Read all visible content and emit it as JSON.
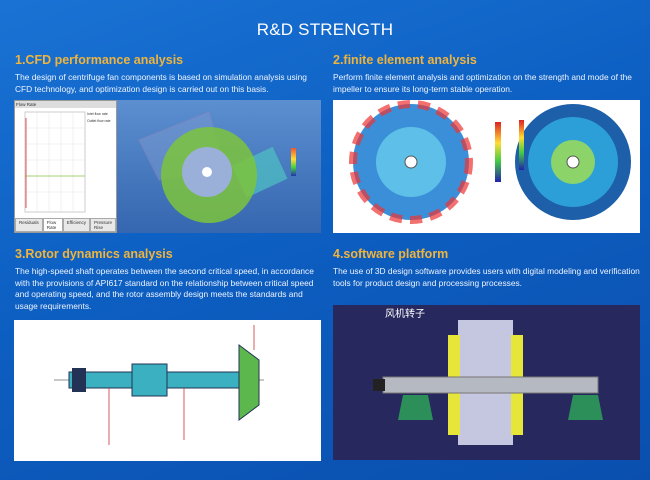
{
  "title": "R&D STRENGTH",
  "sections": [
    {
      "heading": "1.CFD performance analysis",
      "text": "The design of centrifuge fan components is based on simulation analysis using CFD technology, and optimization design is carried out on this basis."
    },
    {
      "heading": "2.finite element analysis",
      "text": "Perform finite element analysis and optimization on the strength and mode of the impeller to ensure its long-term stable operation."
    },
    {
      "heading": "3.Rotor dynamics analysis",
      "text": "The high-speed shaft operates between the second critical speed, in accordance with the provisions of API617 standard on the relationship between critical speed and operating speed, and the rotor assembly design meets the standards and usage requirements."
    },
    {
      "heading": "4.software platform",
      "text": "The use of 3D design software provides users with digital modeling and verification tools for product design and processing processes."
    }
  ],
  "cfd": {
    "panel_title": "Flow Rate",
    "legend": [
      "Inlet flow rate",
      "Outlet flow rate"
    ],
    "tabs": [
      "Residuals",
      "Flow Rate",
      "Efficiency",
      "Pressure Rise"
    ]
  },
  "software": {
    "label": "风机转子"
  },
  "colors": {
    "heading": "#f0b43c",
    "background": "#0d5fc2"
  }
}
